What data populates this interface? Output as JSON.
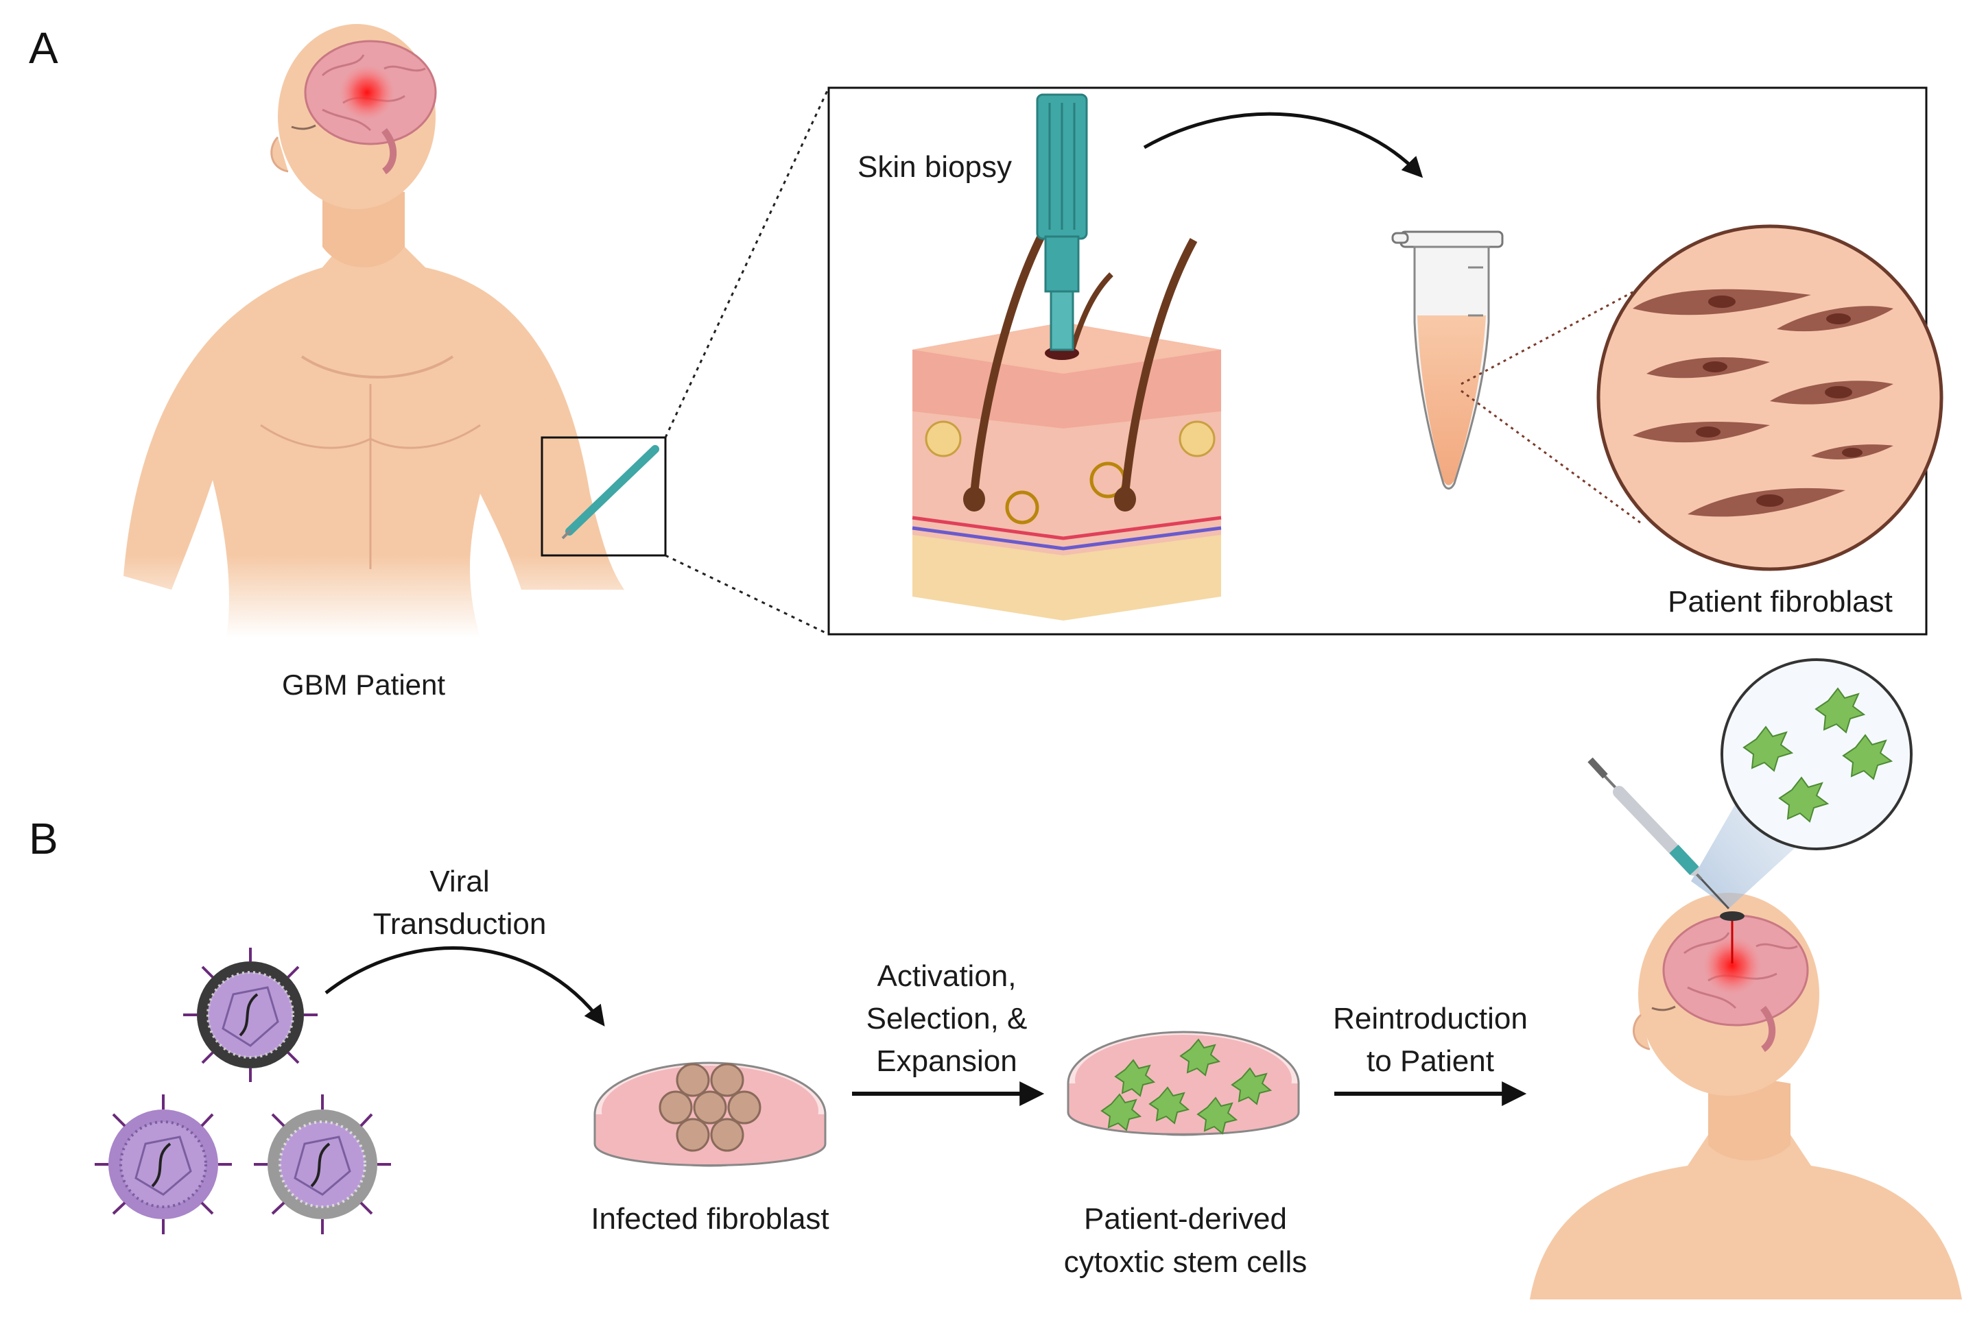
{
  "panels": {
    "a": "A",
    "b": "B"
  },
  "labels": {
    "gbm_patient": "GBM Patient",
    "skin_biopsy": "Skin biopsy",
    "patient_fibroblast": "Patient fibroblast",
    "viral_1": "Viral",
    "viral_2": "Transduction",
    "infected_fibroblast": "Infected fibroblast",
    "act_1": "Activation,",
    "act_2": "Selection, &",
    "act_3": "Expansion",
    "derived_1": "Patient-derived",
    "derived_2": "cytoxtic stem cells",
    "reintro_1": "Reintroduction",
    "reintro_2": "to Patient"
  },
  "colors": {
    "skin": "#f5c9a6",
    "skin_shadow": "#e8b08a",
    "brain": "#e9a0a8",
    "tumor": "#ff2a2a",
    "teal": "#3fa7a6",
    "fibroblast": "#9a5a4c",
    "petri_pink": "#f3b8bc",
    "green_cell": "#7fbf5a",
    "virus_purple": "#a985c9",
    "virus_dark": "#3a3a3a",
    "virus_grey": "#9a9a9a"
  },
  "icons": [
    "brain-icon",
    "biopsy-punch-icon",
    "skin-tissue-icon",
    "microtube-icon",
    "fibroblast-circle-icon",
    "virus-icon",
    "petri-dish-icon",
    "syringe-icon",
    "arrow-icon"
  ]
}
